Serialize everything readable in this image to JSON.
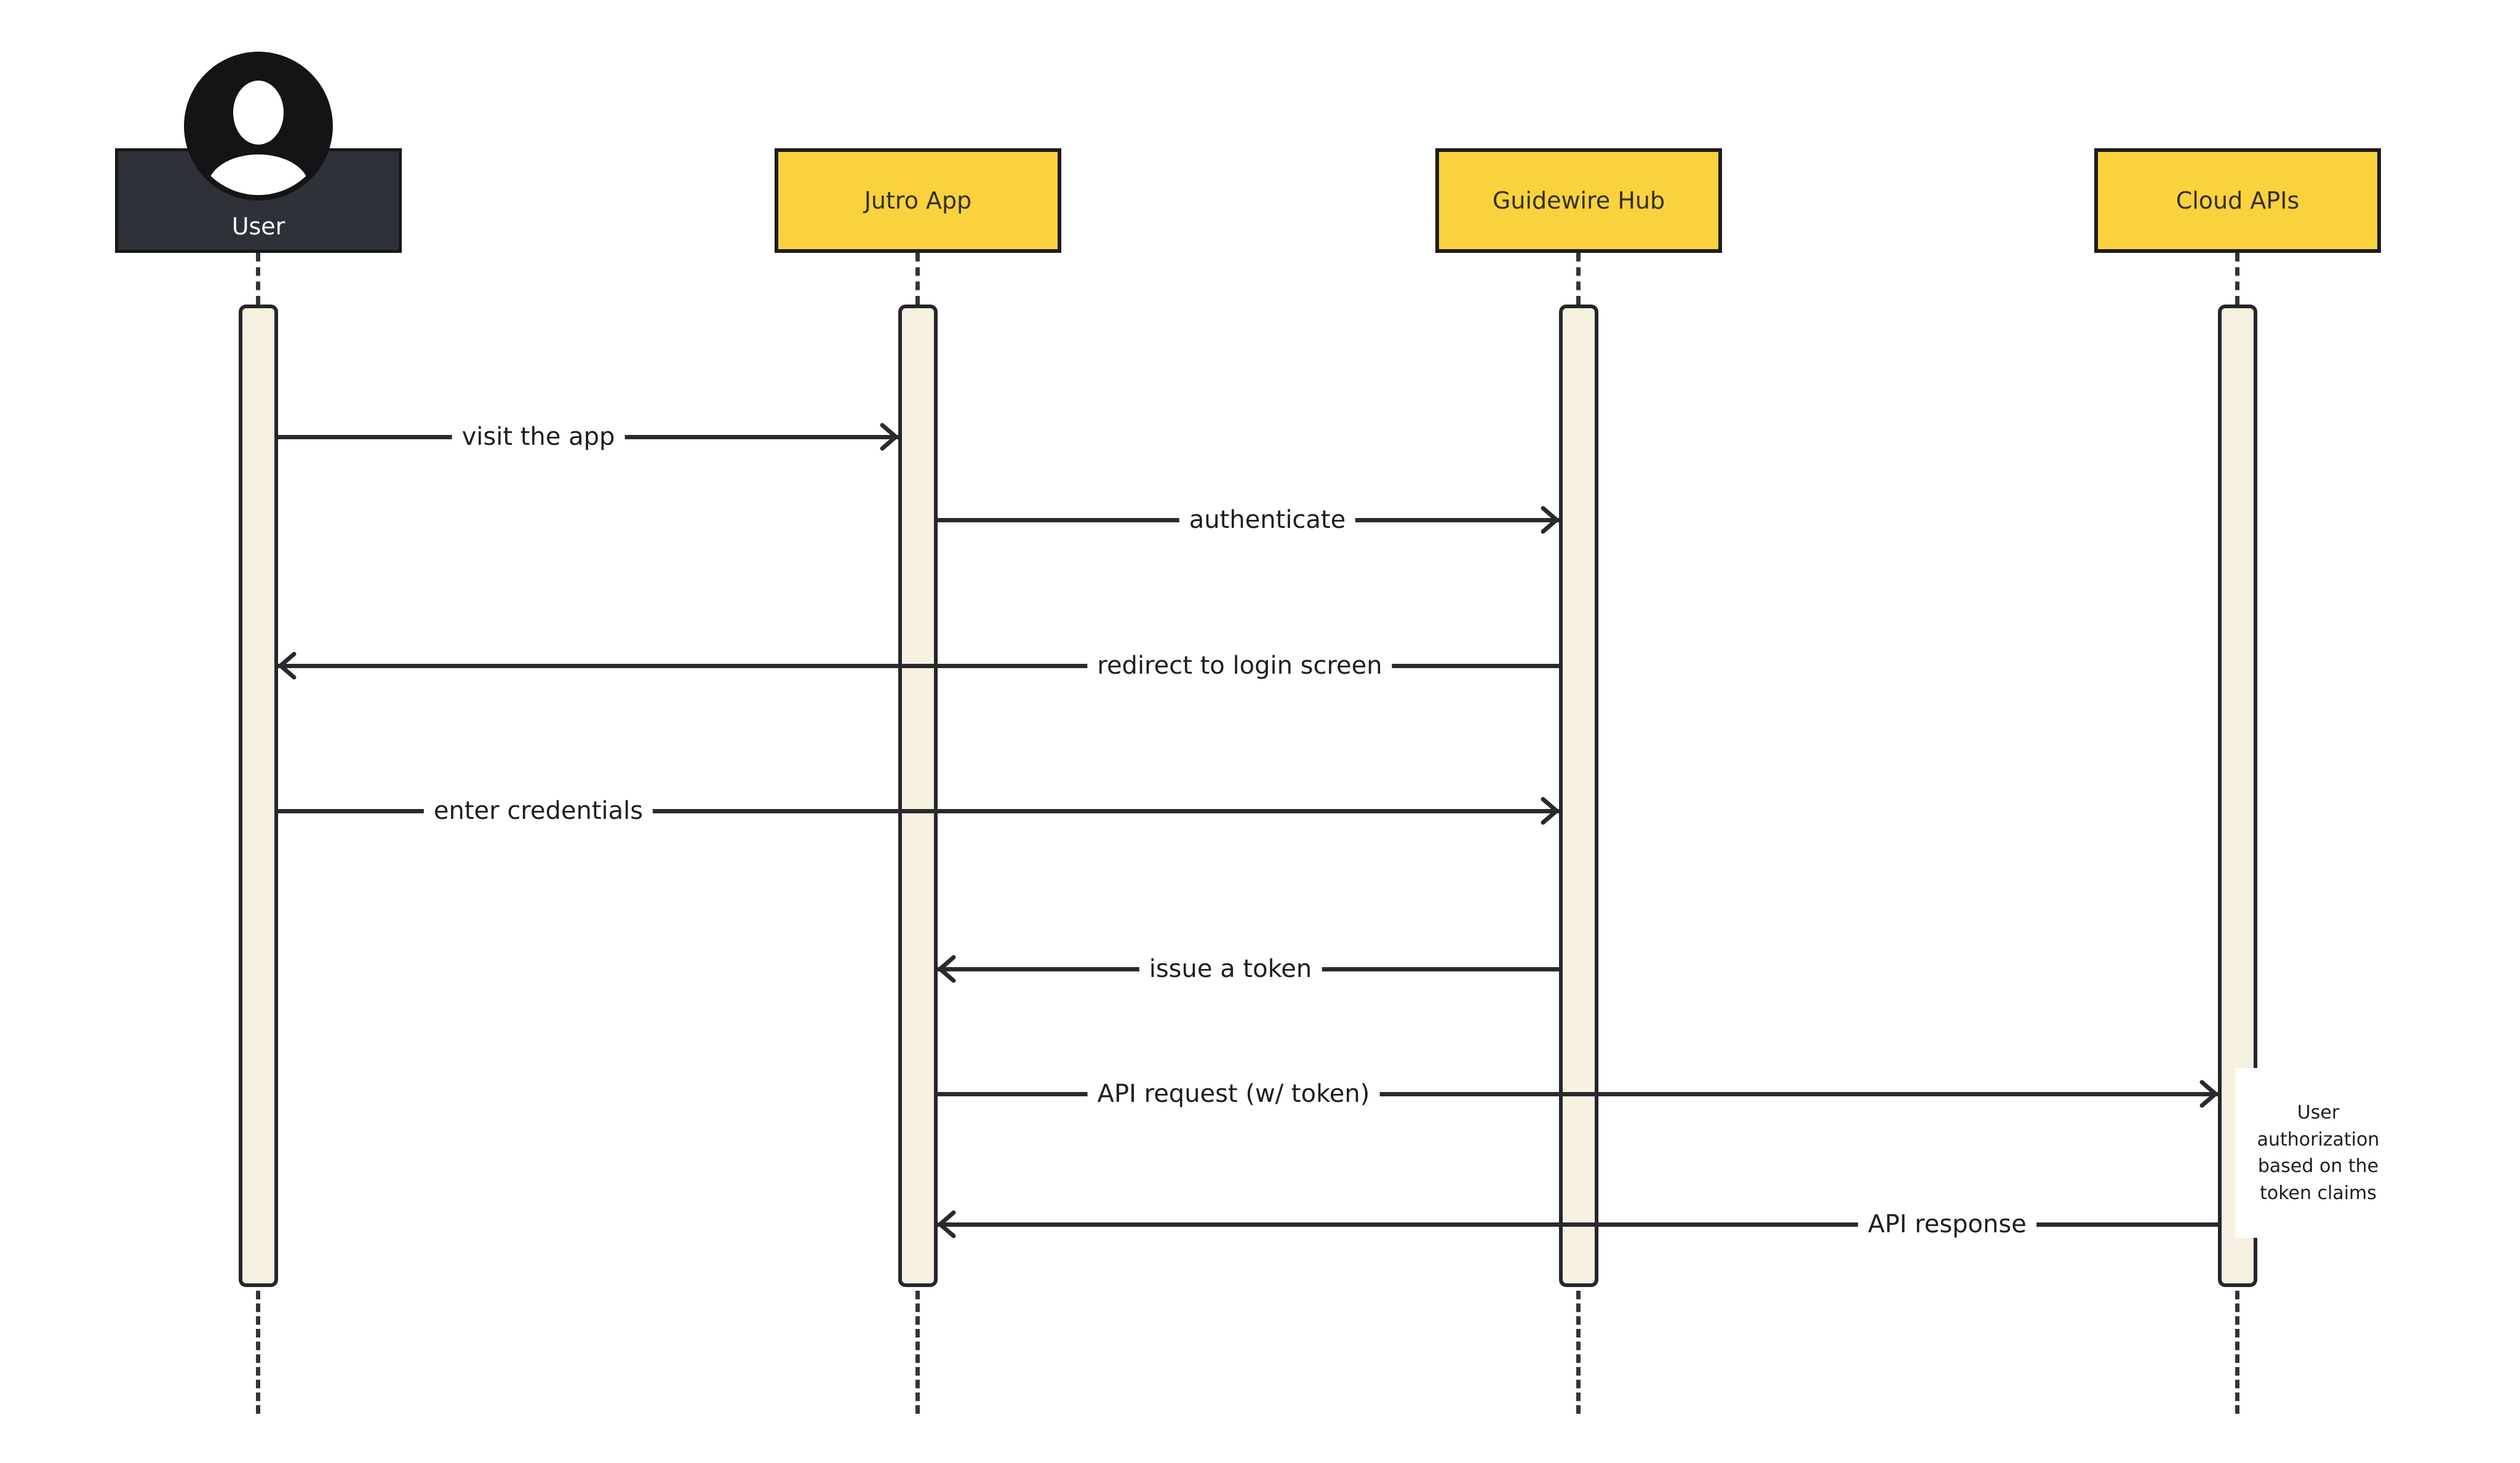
{
  "diagram": {
    "type": "sequence",
    "background_color": "#FFFFFF",
    "colors": {
      "actor_fill": "#F9D23E",
      "actor_border": "#1C1C1F",
      "user_actor_fill": "#2E3137",
      "user_actor_text": "#FFFFFF",
      "activation_fill": "#F7F1E1",
      "activation_border": "#26262A",
      "line_color": "#2A2A2E",
      "label_text": "#1E1E1E",
      "avatar_fill": "#141417"
    },
    "actors": [
      {
        "label": "User",
        "kind": "person",
        "icon": "person-icon"
      },
      {
        "label": "Jutro App",
        "kind": "participant"
      },
      {
        "label": "Guidewire Hub",
        "kind": "participant"
      },
      {
        "label": "Cloud APIs",
        "kind": "participant"
      }
    ],
    "messages": [
      {
        "from": "User",
        "to": "Jutro App",
        "direction": "right",
        "label": "visit the app"
      },
      {
        "from": "Jutro App",
        "to": "Guidewire Hub",
        "direction": "right",
        "label": "authenticate"
      },
      {
        "from": "Guidewire Hub",
        "to": "User",
        "direction": "left",
        "label": "redirect to login screen"
      },
      {
        "from": "User",
        "to": "Guidewire Hub",
        "direction": "right",
        "label": "enter credentials"
      },
      {
        "from": "Guidewire Hub",
        "to": "Jutro App",
        "direction": "left",
        "label": "issue a token"
      },
      {
        "from": "Jutro App",
        "to": "Cloud APIs",
        "direction": "right",
        "label": "API request (w/ token)"
      },
      {
        "from": "Cloud APIs",
        "to": "Jutro App",
        "direction": "left",
        "label": "API response"
      }
    ],
    "note": {
      "target": "Cloud APIs",
      "text": "User authorization based on the token claims",
      "lines": [
        "User",
        "authorization",
        "based on the",
        "token claims"
      ]
    }
  }
}
